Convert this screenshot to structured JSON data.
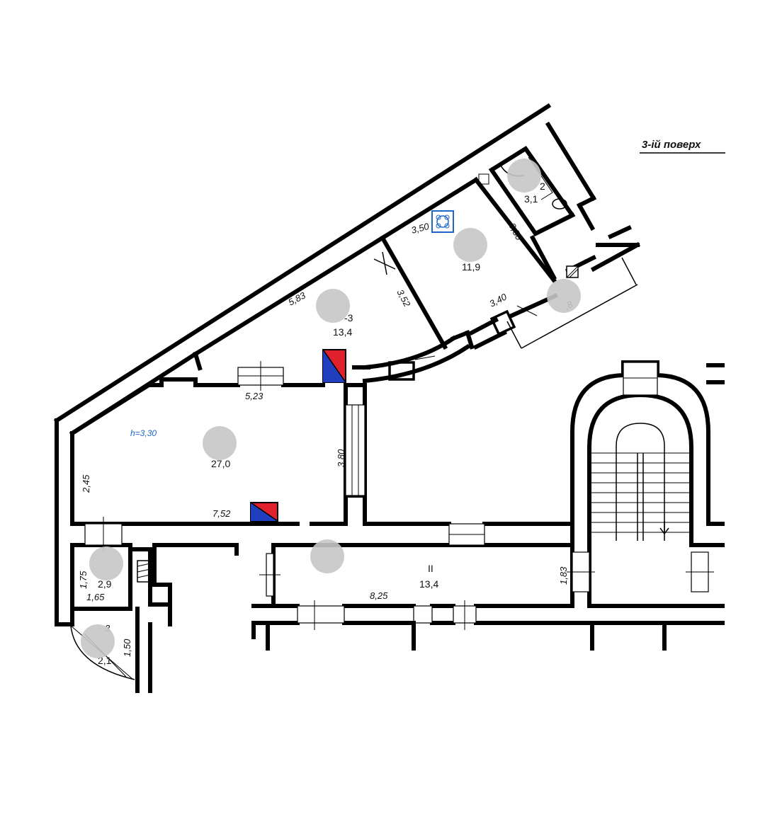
{
  "floor_label": "3-ій поверх",
  "ceiling_height": "h=3,30",
  "rooms": [
    {
      "name": "room-large",
      "area": "27,0"
    },
    {
      "name": "room-angled",
      "number": "-3",
      "area": "13,4"
    },
    {
      "name": "room-kitchen",
      "area": "11,9"
    },
    {
      "name": "room-bath",
      "number": "2",
      "area": "3,1"
    },
    {
      "name": "room-small",
      "area": "2,9"
    },
    {
      "name": "room-tiny",
      "area": "2,1"
    },
    {
      "name": "corridor",
      "number": "II",
      "area": "13,4"
    }
  ],
  "dimensions": {
    "d583": "5,83",
    "d352": "3,52",
    "d350a": "3,50",
    "d350b": "3,50",
    "d340": "3,40",
    "d523": "5,23",
    "d380": "3,80",
    "d245": "2,45",
    "d752": "7,52",
    "d175": "1,75",
    "d165": "1,65",
    "d150": "1,50",
    "d825": "8,25",
    "d183": "1,83",
    "d43": "3",
    "d18": ",8"
  },
  "colors": {
    "wall": "#000000",
    "riser_red": "#e0202a",
    "riser_blue": "#1f3fbf",
    "height_text": "#1e66c9"
  }
}
